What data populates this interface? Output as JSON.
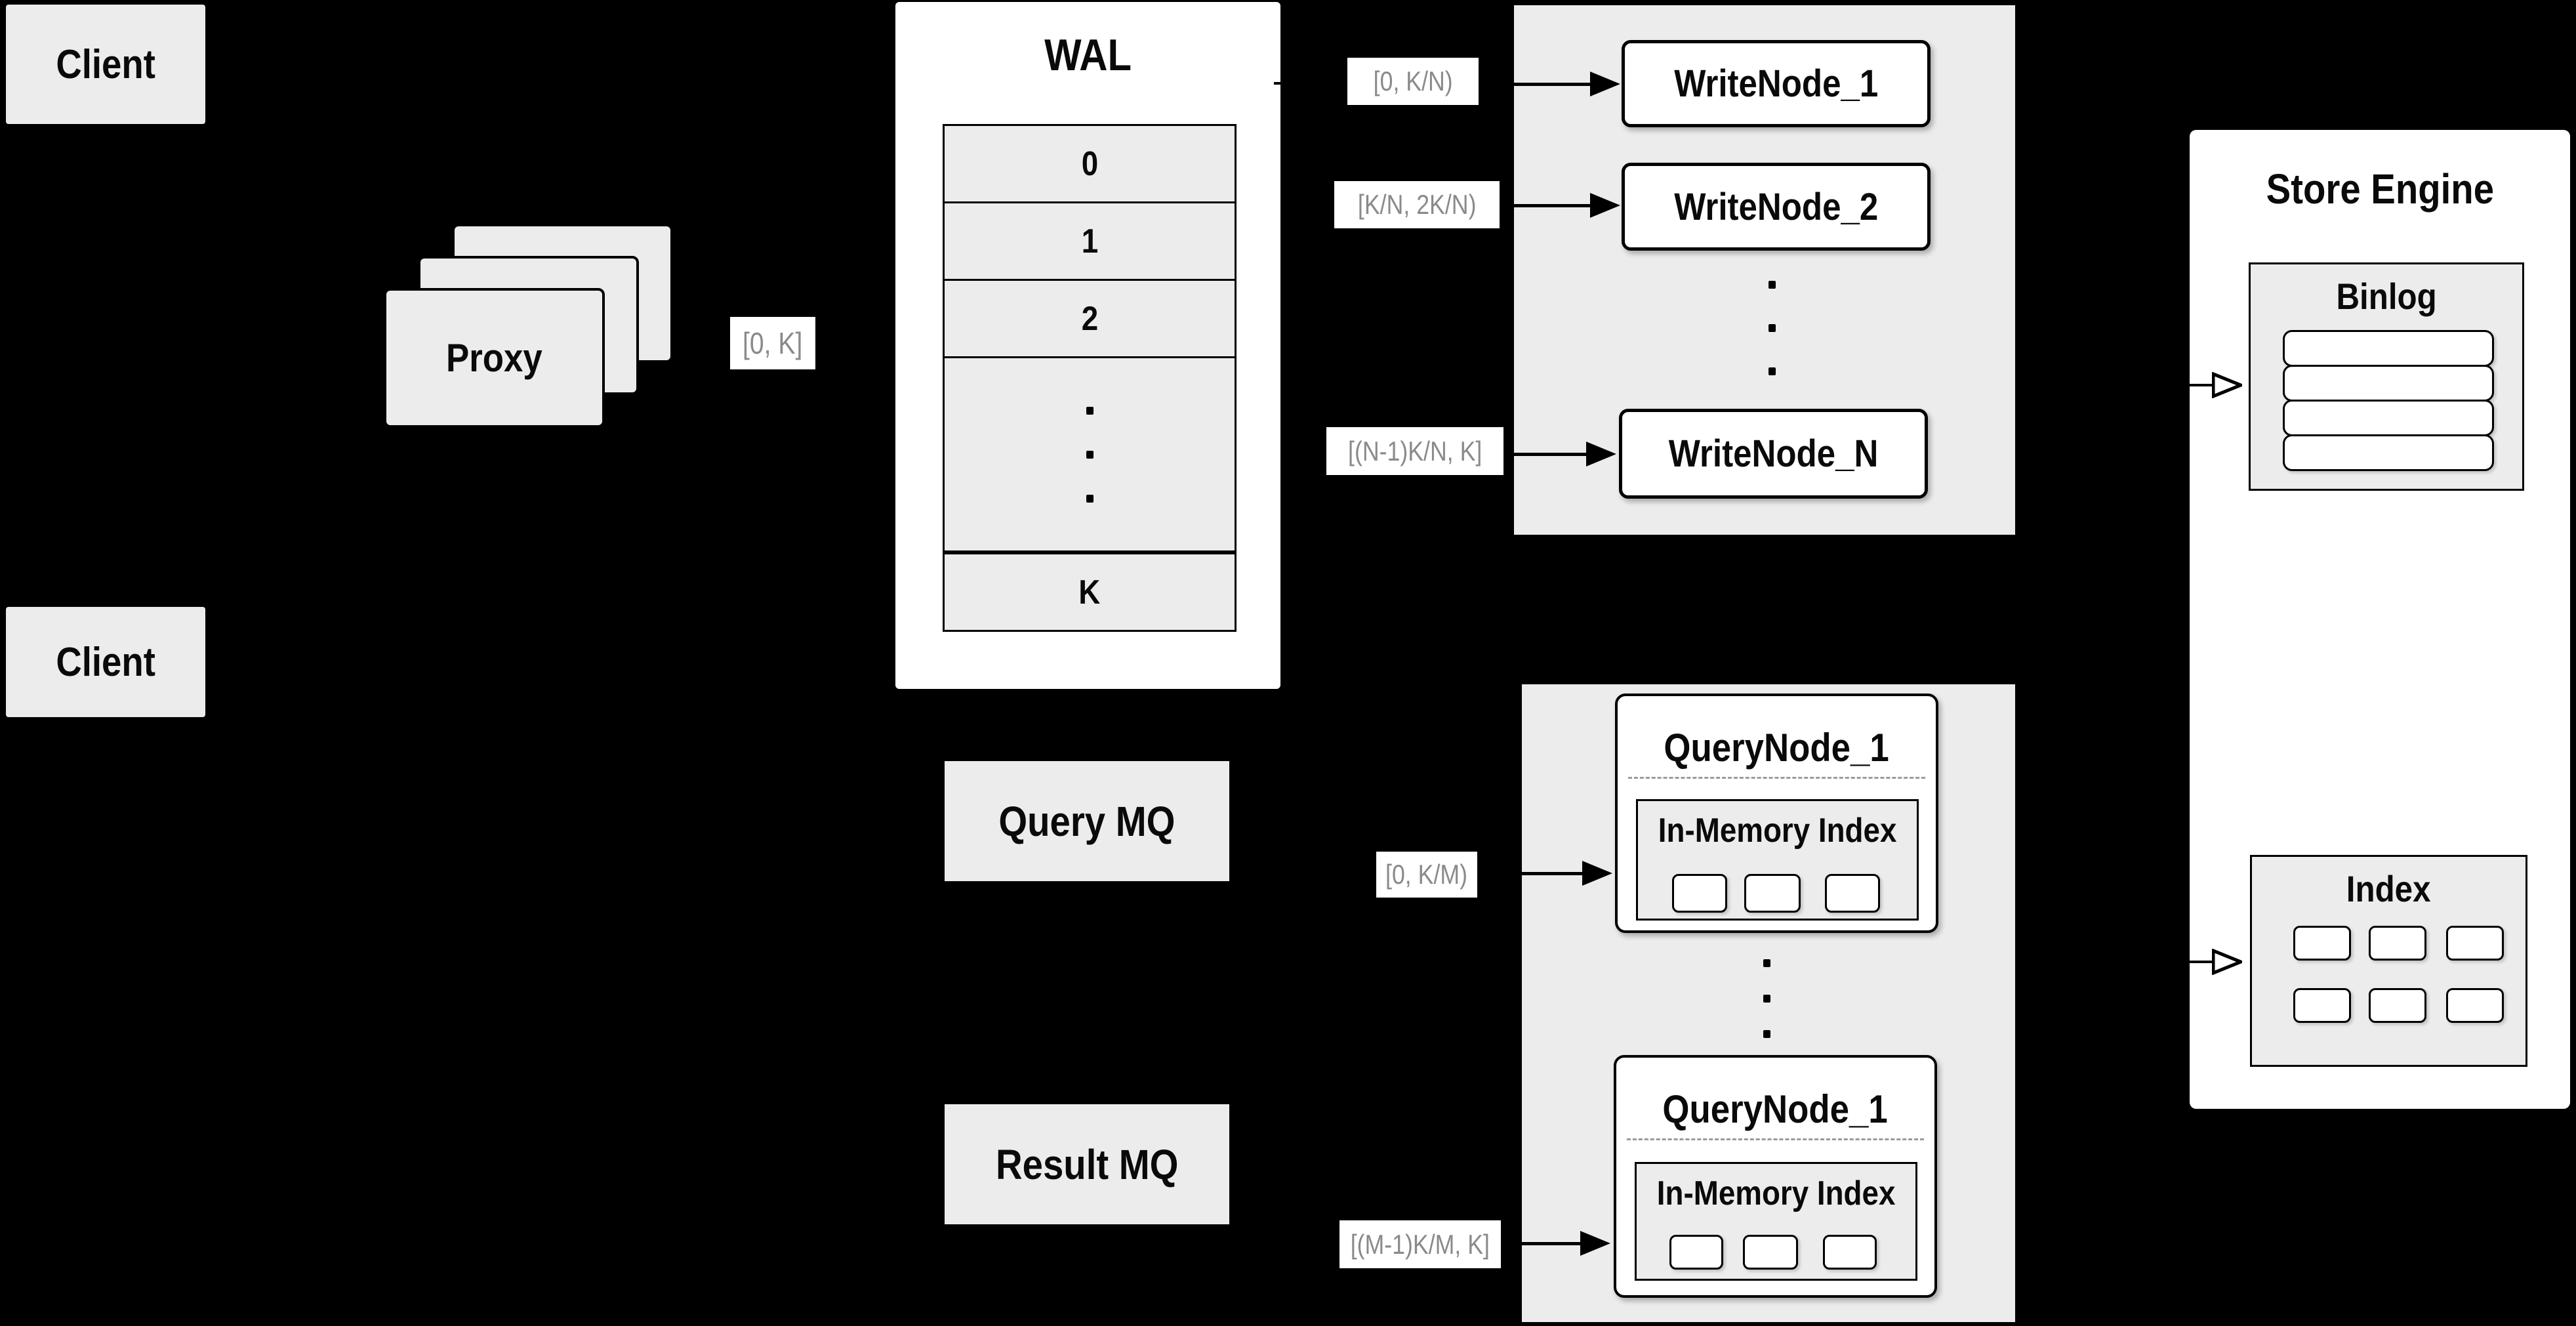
{
  "diagram": {
    "client_top": "Client",
    "client_bottom": "Client",
    "proxy": "Proxy",
    "proxy_range": "[0, K]",
    "wal": {
      "title": "WAL",
      "segments": [
        "0",
        "1",
        "2"
      ],
      "ellipsis": "...",
      "last_segment": "K"
    },
    "write_cluster": {
      "ellipsis": "...",
      "nodes": [
        {
          "range": "[0, K/N)",
          "label": "WriteNode_1"
        },
        {
          "range": "[K/N, 2K/N)",
          "label": "WriteNode_2"
        },
        {
          "range": "[(N-1)K/N, K]",
          "label": "WriteNode_N"
        }
      ]
    },
    "query_mq": "Query MQ",
    "result_mq": "Result MQ",
    "query_cluster": {
      "ellipsis": "...",
      "nodes": [
        {
          "range": "[0, K/M)",
          "label": "QueryNode_1",
          "inmem": "In-Memory Index"
        },
        {
          "range": "[(M-1)K/M, K]",
          "label": "QueryNode_1",
          "inmem": "In-Memory Index"
        }
      ]
    },
    "store_engine": {
      "title": "Store Engine",
      "binlog": "Binlog",
      "index": "Index"
    }
  },
  "colors": {
    "background": "#000000",
    "box_fill": "#ececec",
    "white": "#ffffff",
    "border": "#000000",
    "range_text": "#8a8a8a",
    "dash": "#9b9b9b"
  }
}
